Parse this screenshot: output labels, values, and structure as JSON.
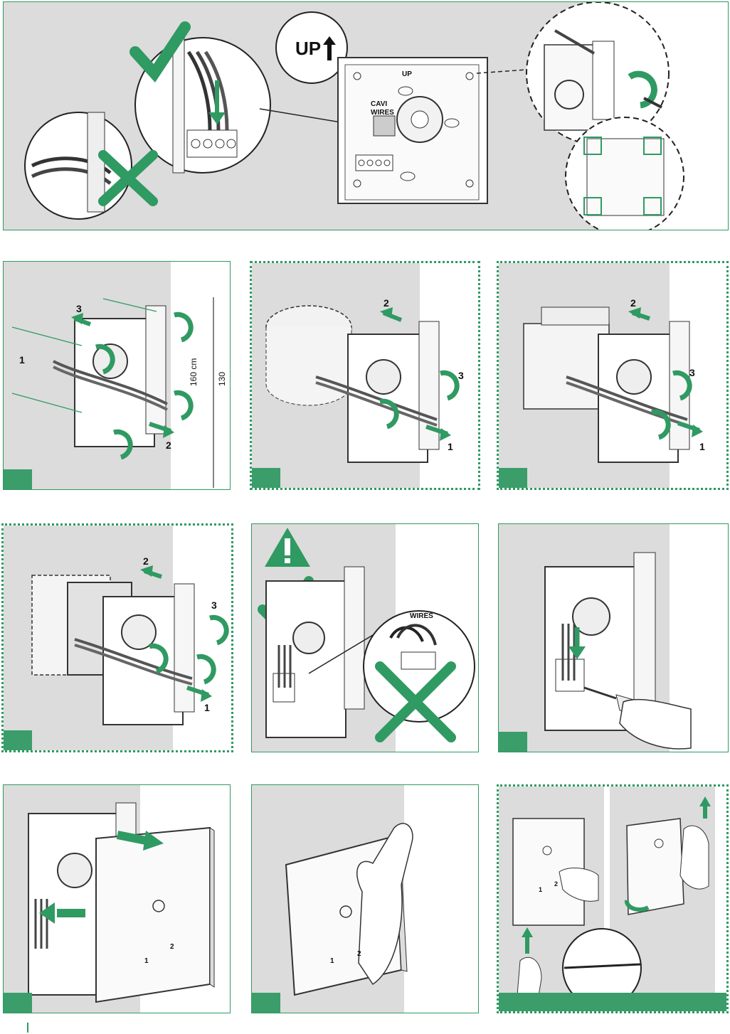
{
  "top": {
    "up_label": "UP",
    "up_small": "UP",
    "cavi": "CAVI",
    "wires": "WIRES"
  },
  "p1": {
    "n1": "1",
    "n2": "2",
    "n3": "3",
    "h160": "160 cm",
    "h130": "130 cm"
  },
  "p2": {
    "n1": "1",
    "n2": "2",
    "n3": "3"
  },
  "p3": {
    "n1": "1",
    "n2": "2",
    "n3": "3"
  },
  "p4": {
    "n1": "1",
    "n2": "2",
    "n3": "3"
  },
  "p5": {
    "wires": "WIRES"
  },
  "p7": {
    "b1": "1",
    "b2": "2"
  },
  "p8": {
    "b1": "1",
    "b2": "2"
  },
  "p9": {
    "b1": "1",
    "b2": "2"
  },
  "colors": {
    "accent": "#2f9a62",
    "grey": "#dcdcdc"
  }
}
